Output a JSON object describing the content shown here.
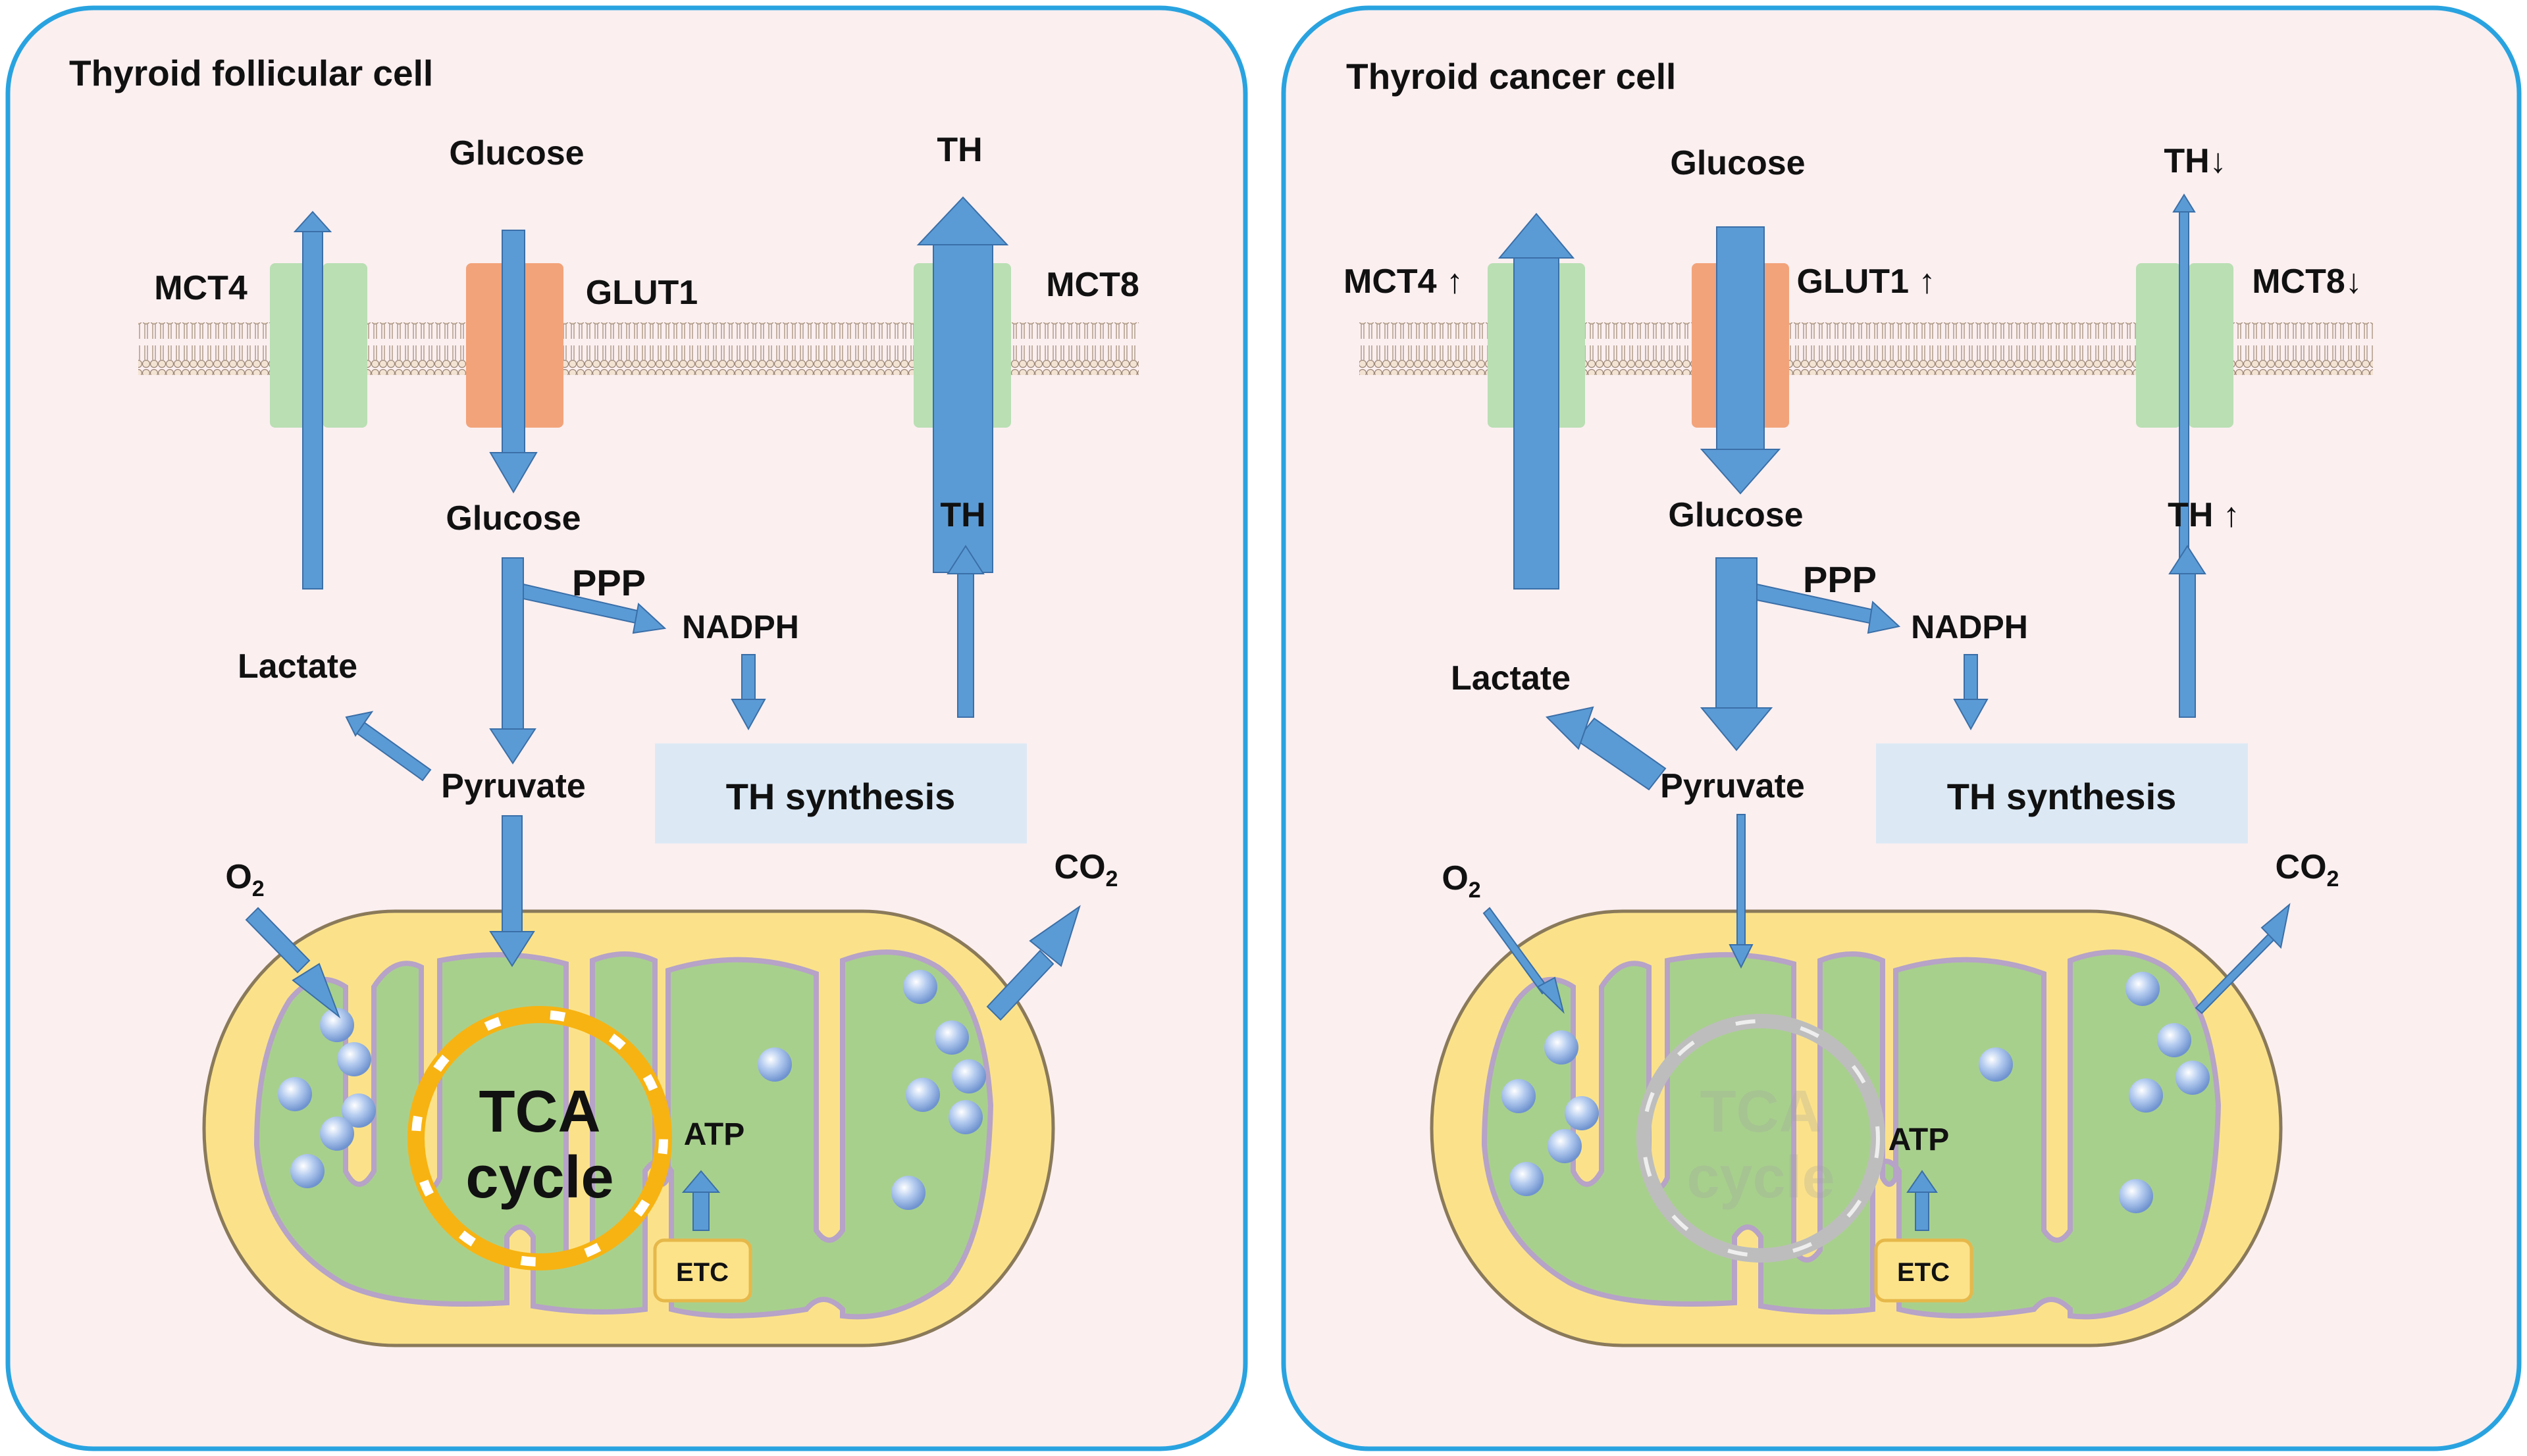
{
  "colors": {
    "panel_fill": "#fbeff0",
    "panel_border": "#29a3e0",
    "arrow": "#5b9bd5",
    "arrow_edge": "#3a6fa8",
    "transporter_green": "#b9dfb3",
    "transporter_orange": "#f2a37a",
    "synthesis_box": "#dce9f5",
    "mito_outer": "#fbe28a",
    "mito_inner": "#a8d08d",
    "tca_active": "#f7b312",
    "tca_inactive": "#bdbdbd",
    "etc_box": "#fce38a"
  },
  "panels": [
    {
      "title": "Thyroid follicular cell",
      "labels": {
        "glucose_out": "Glucose",
        "glucose_in": "Glucose",
        "mct4": "MCT4",
        "glut1": "GLUT1",
        "mct8": "MCT8",
        "th_out": "TH",
        "th_in": "TH",
        "ppp": "PPP",
        "nadph": "NADPH",
        "lactate": "Lactate",
        "pyruvate": "Pyruvate",
        "th_synthesis": "TH synthesis",
        "o2": "O",
        "o2_sub": "2",
        "co2": "CO",
        "co2_sub": "2",
        "tca_line1": "TCA",
        "tca_line2": "cycle",
        "atp": "ATP",
        "etc": "ETC"
      },
      "tca_state": "active"
    },
    {
      "title": "Thyroid cancer cell",
      "labels": {
        "glucose_out": "Glucose",
        "glucose_in": "Glucose",
        "mct4": "MCT4 ↑",
        "glut1": "GLUT1 ↑",
        "mct8": "MCT8↓",
        "th_out": "TH↓",
        "th_in": "TH ↑",
        "ppp": "PPP",
        "nadph": "NADPH",
        "lactate": "Lactate",
        "pyruvate": "Pyruvate",
        "th_synthesis": "TH synthesis",
        "o2": "O",
        "o2_sub": "2",
        "co2": "CO",
        "co2_sub": "2",
        "tca_line1": "TCA",
        "tca_line2": "cycle",
        "atp": "ATP",
        "etc": "ETC"
      },
      "tca_state": "inactive"
    }
  ]
}
